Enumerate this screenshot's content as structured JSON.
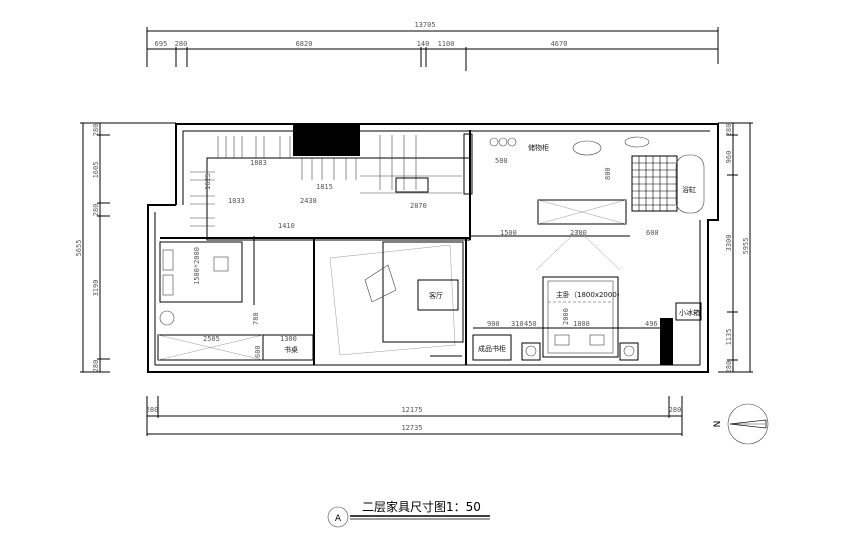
{
  "dimensions": {
    "top_total": "13705",
    "top_segments": [
      "695",
      "280",
      "6820",
      "140",
      "1100",
      "4670"
    ],
    "bottom_segments": [
      "280",
      "12175",
      "280"
    ],
    "bottom_total": "12735",
    "left_total": "5655",
    "left_segments": [
      "280",
      "1605",
      "280",
      "3190",
      "280"
    ],
    "right_total": "5955",
    "right_segments": [
      "280",
      "960",
      "3300",
      "1135",
      "280"
    ],
    "interior": [
      "1883",
      "1625",
      "1033",
      "2438",
      "1410",
      "1815",
      "2870",
      "1500",
      "2300",
      "600",
      "800",
      "500",
      "900",
      "310",
      "450",
      "1800",
      "496",
      "2000",
      "2505",
      "1300",
      "780",
      "600",
      "1500*2000"
    ]
  },
  "rooms": {
    "living_room": "客厅",
    "master_bedroom": "主卧（1800x2000）",
    "bathtub": "浴缸",
    "mini_fridge": "小冰箱",
    "bookcase": "成品书柜",
    "desk": "书桌",
    "storage": "储物柜"
  },
  "compass": {
    "north_label": "N"
  },
  "title_block": {
    "marker": "A",
    "title": "二层家具尺寸图1：50"
  }
}
